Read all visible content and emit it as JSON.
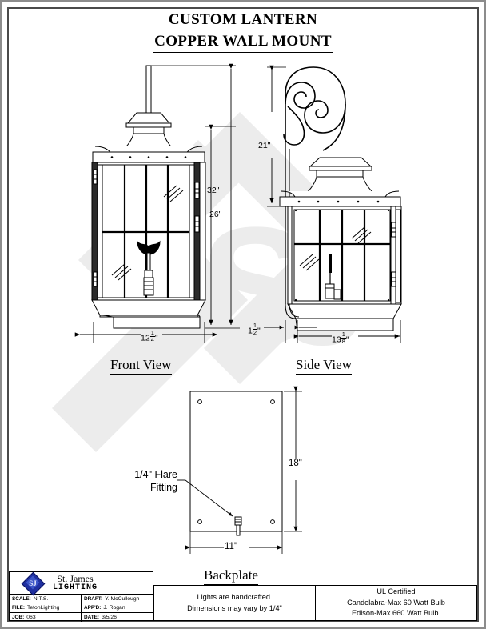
{
  "sheet": {
    "title_line1": "CUSTOM LANTERN",
    "title_line2": "COPPER WALL MOUNT"
  },
  "views": {
    "front": {
      "label": "Front View"
    },
    "side": {
      "label": "Side View"
    },
    "backplate": {
      "label": "Backplate"
    }
  },
  "dimensions": {
    "front_height_overall": "32\"",
    "front_height_body": "26\"",
    "front_width_whole": "12",
    "front_width_num": "1",
    "front_width_den": "4",
    "front_width_unit": "\"",
    "side_arm_height": "21\"",
    "side_offset_whole": "1",
    "side_offset_num": "1",
    "side_offset_den": "2",
    "side_offset_unit": "\"",
    "side_depth_whole": "13",
    "side_depth_num": "1",
    "side_depth_den": "8",
    "side_depth_unit": "\"",
    "backplate_height": "18\"",
    "backplate_width": "11\""
  },
  "annotations": {
    "flare_fitting_line1": "1/4\" Flare",
    "flare_fitting_line2": "Fitting"
  },
  "titleblock": {
    "brand_name": "St. James",
    "brand_sub": "LIGHTING",
    "logo_monogram": "SJ",
    "rows": [
      {
        "key1": "SCALE:",
        "val1": "N.T.S.",
        "key2": "DRAFT:",
        "val2": "Y.  McCullough"
      },
      {
        "key1": "FILE:",
        "val1": "TetonLighting",
        "key2": "APP'D:",
        "val2": "J.  Rogan"
      },
      {
        "key1": "JOB:",
        "val1": "063",
        "key2": "DATE:",
        "val2": "3/5/26"
      }
    ]
  },
  "notes": {
    "left_line1": "Lights are handcrafted.",
    "left_line2": "Dimensions may vary by 1/4\"",
    "right_line1": "UL Certified",
    "right_line2": "Candelabra-Max 60 Watt Bulb",
    "right_line3": "Edison-Max 660 Watt Bulb."
  },
  "colors": {
    "ink": "#000000",
    "frame": "#4a4a4a",
    "outer": "#8c8c8c",
    "watermark": "#ececed",
    "logo_blue": "#1f2fa0"
  }
}
